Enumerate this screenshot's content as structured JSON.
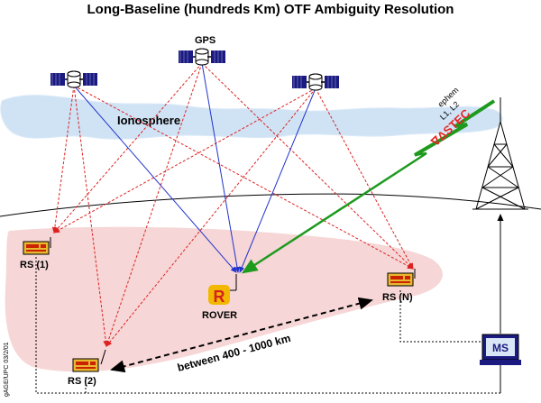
{
  "title": "Long-Baseline (hundreds Km) OTF Ambiguity Resolution",
  "gps_label": "GPS",
  "ionosphere_label": "Ionosphere",
  "ephem_label": "ephem",
  "l1l2_label": "L1, L2",
  "stec_label": "∇ΔSTEC",
  "rover_letter": "R",
  "rover_label": "ROVER",
  "rs1_label": "RS (1)",
  "rs2_label": "RS (2)",
  "rsn_label": "RS (N)",
  "distance_label": "between 400 - 1000 km",
  "ms_label": "MS",
  "credit": "gAGE/UPC 03/2/01",
  "colors": {
    "ionosphere": "#cfe3f5",
    "region": "#f6d6d6",
    "red_signal": "#dd2222",
    "blue_signal": "#2233cc",
    "green_link": "#1e9a1e",
    "satellite_panel": "#1a1a80",
    "receiver": "#e8b830",
    "rover_badge": "#f2b800"
  }
}
